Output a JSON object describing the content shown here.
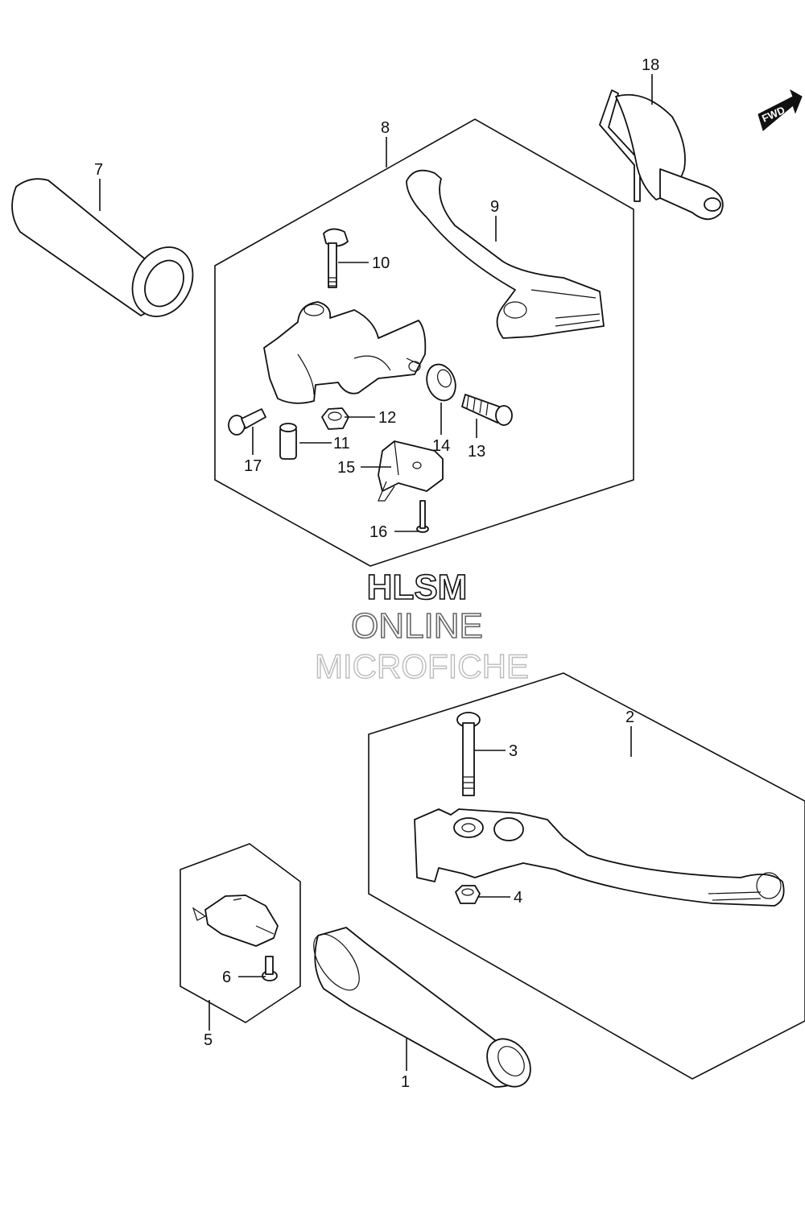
{
  "callouts": {
    "c1": "1",
    "c2": "2",
    "c3": "3",
    "c4": "4",
    "c5": "5",
    "c6": "6",
    "c7": "7",
    "c8": "8",
    "c9": "9",
    "c10": "10",
    "c11": "11",
    "c12": "12",
    "c13": "13",
    "c14": "14",
    "c15": "15",
    "c16": "16",
    "c17": "17",
    "c18": "18"
  },
  "fwd_label": "FWD",
  "watermark": {
    "line1": "HLSM",
    "line2": "ONLINE",
    "line3": "MICROFICHE"
  }
}
